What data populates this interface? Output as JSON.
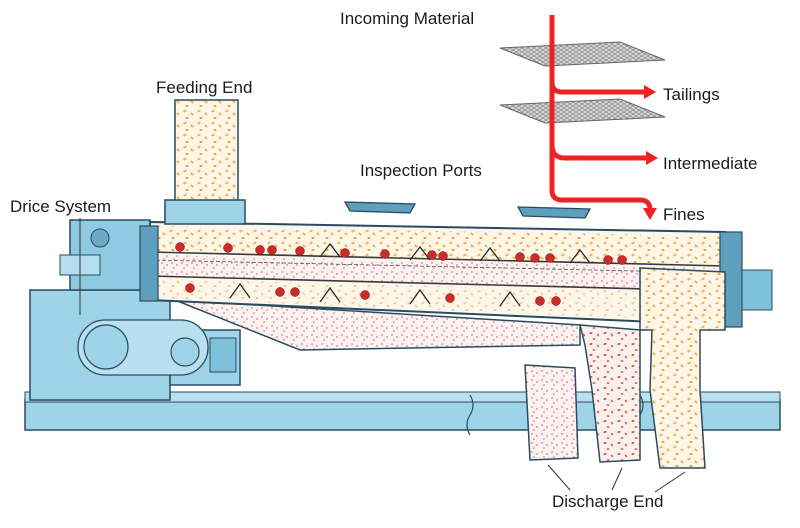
{
  "labels": {
    "incoming_material": "Incoming Material",
    "feeding_end": "Feeding End",
    "inspection_ports": "Inspection Ports",
    "drive_system": "Drice System",
    "tailings": "Tailings",
    "intermediate": "Intermediate",
    "fines": "Fines",
    "discharge_end": "Discharge End"
  },
  "colors": {
    "machine_blue": "#9fd3e8",
    "machine_blue_dark": "#5d9fbd",
    "outline": "#2a4c5e",
    "chamber": "#fbf7f0",
    "particle_yellow": "#f2b24b",
    "particle_red": "#cc2b2b",
    "fines_pink": "#e88a8a",
    "flow_arrow": "#ee2222",
    "screen_mesh": "#888888"
  }
}
